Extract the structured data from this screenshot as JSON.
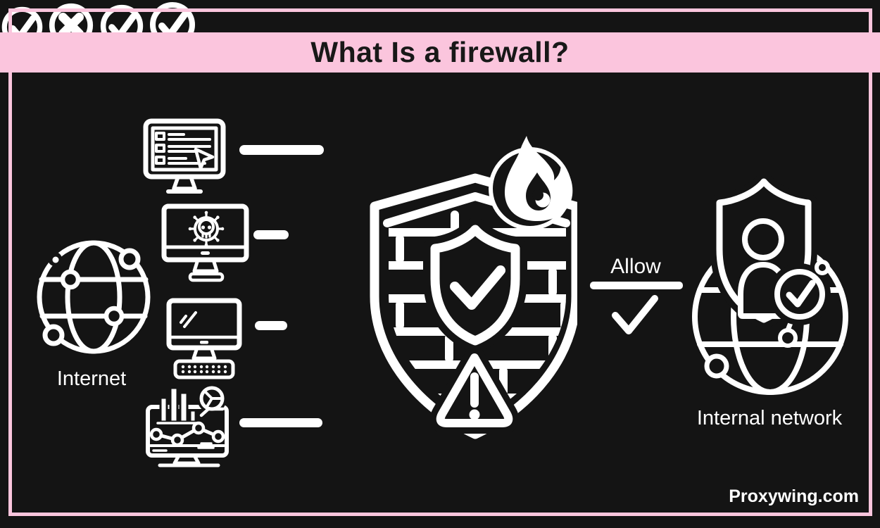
{
  "title": "What Is a firewall?",
  "brand": "Proxywing.com",
  "labels": {
    "internet": "Internet",
    "allow": "Allow",
    "internal_network": "Internal network"
  },
  "colors": {
    "background": "#141414",
    "pink": "#fbc5dd",
    "white": "#ffffff",
    "title_text": "#181818"
  },
  "icons": {
    "internet": "network-globe-icon",
    "firewall": "brick-shield-flame-icon",
    "inner_shield": "shield-check-icon",
    "flame": "flame-icon",
    "warning": "warning-triangle-icon",
    "internal_network": "shield-user-globe-icon",
    "allow_check": "checkmark-icon"
  },
  "traffic_rows": [
    {
      "source_icon": "monitor-checklist-icon",
      "verdict_icon": "check-circle-icon",
      "verdict": "allowed"
    },
    {
      "source_icon": "monitor-malware-icon",
      "verdict_icon": "cross-circle-icon",
      "verdict": "blocked"
    },
    {
      "source_icon": "monitor-desktop-icon",
      "verdict_icon": "check-circle-icon",
      "verdict": "allowed"
    },
    {
      "source_icon": "monitor-analytics-icon",
      "verdict_icon": "check-circle-icon",
      "verdict": "allowed"
    }
  ]
}
